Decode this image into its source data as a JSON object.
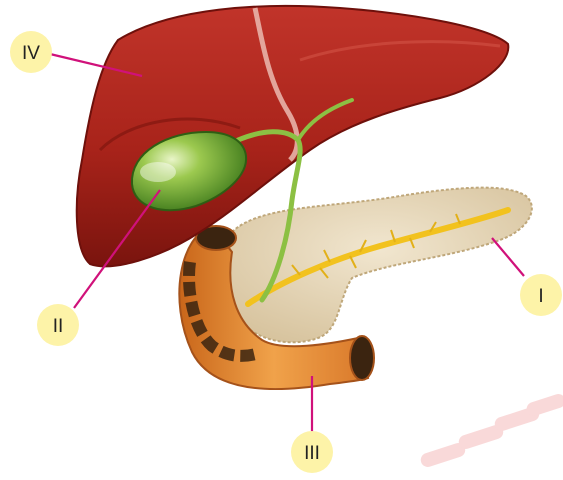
{
  "labels": [
    {
      "id": "IV",
      "text": "IV",
      "organ": "liver"
    },
    {
      "id": "II",
      "text": "II",
      "organ": "gallbladder"
    },
    {
      "id": "III",
      "text": "III",
      "organ": "duodenum"
    },
    {
      "id": "I",
      "text": "I",
      "organ": "pancreas"
    }
  ],
  "colors": {
    "liver": "#a8231a",
    "liver_dark": "#6e100b",
    "gallbladder": "#7fb53a",
    "pancreas": "#e6d6b8",
    "pancreatic_duct": "#f2c21e",
    "duodenum": "#e58a2c",
    "leader_line": "#d0117a",
    "label_badge": "#fdf3a8"
  }
}
